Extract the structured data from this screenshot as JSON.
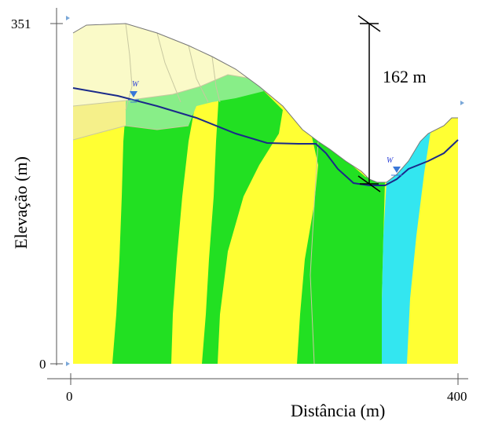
{
  "figure": {
    "xlabel": "Distância (m)",
    "ylabel": "Elevação (m)",
    "x_min_label": "0",
    "x_max_label": "400",
    "y_min_label": "0",
    "y_max_label": "351",
    "height_annotation": "162 m",
    "water_symbol": "W"
  },
  "chart_data": {
    "type": "cross-section",
    "xlabel": "Distância (m)",
    "ylabel": "Elevação (m)",
    "xlim": [
      0,
      400
    ],
    "ylim": [
      0,
      351
    ],
    "relief_annotation_m": 162,
    "colors": {
      "yellow_unit": "#ffff33",
      "green_unit": "#22e022",
      "cyan_unit": "#33e6f0",
      "light_green_unit": "#88ee88",
      "cream_unit": "#fafac8",
      "water_table": "#1a2a8a",
      "axis": "#555555",
      "marker": "#3a78d8"
    }
  }
}
